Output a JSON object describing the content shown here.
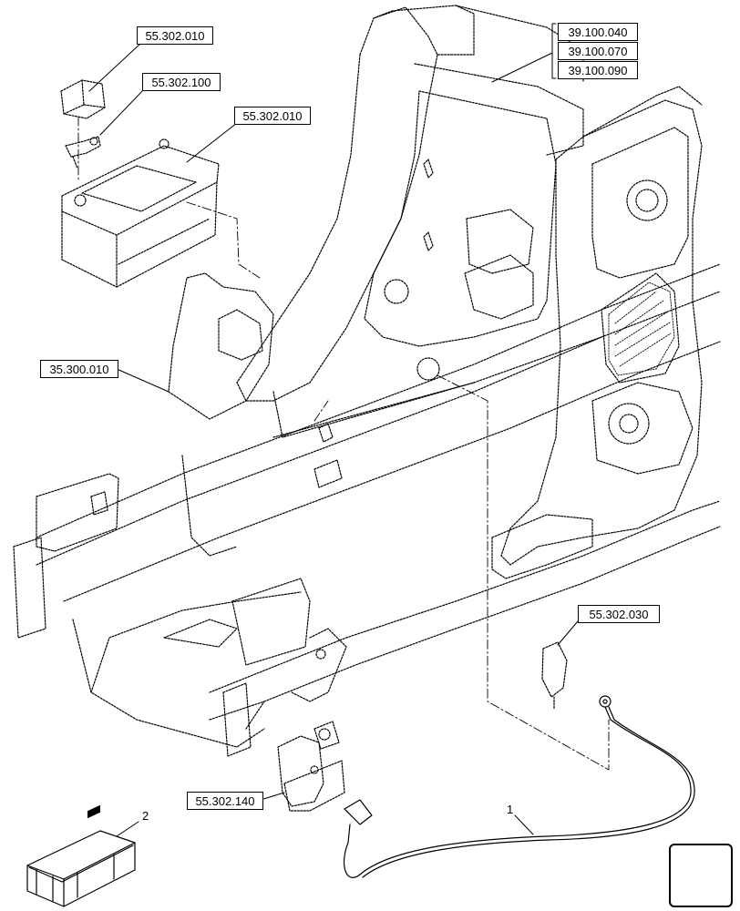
{
  "refs": {
    "battery_cover": "55.302.010",
    "battery_terminal": "55.302.100",
    "battery": "55.302.010",
    "frame_a": "39.100.040",
    "frame_b": "39.100.070",
    "frame_c": "39.100.090",
    "battery_support": "35.300.010",
    "ground_connector": "55.302.030",
    "disconnect_switch": "55.302.140"
  },
  "items": {
    "cable": "1",
    "kit": "2"
  },
  "icons": {
    "nav": "arrow-bottom-left-icon"
  },
  "colors": {
    "line": "#000000",
    "background": "#ffffff"
  }
}
